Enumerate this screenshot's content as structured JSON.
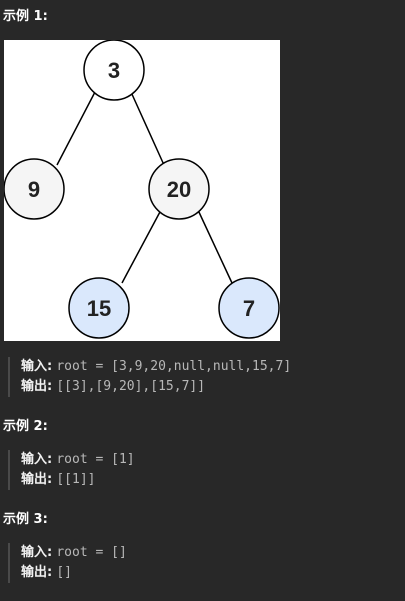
{
  "examples": [
    {
      "heading": "示例 1:",
      "tree": {
        "nodes": [
          {
            "label": "3",
            "fill": "#ffffff"
          },
          {
            "label": "9",
            "fill": "#f5f5f5"
          },
          {
            "label": "20",
            "fill": "#f5f5f5"
          },
          {
            "label": "15",
            "fill": "#dae8fc"
          },
          {
            "label": "7",
            "fill": "#dae8fc"
          }
        ]
      },
      "input_label": "输入:",
      "input_value": "root = [3,9,20,null,null,15,7]",
      "output_label": "输出:",
      "output_value": "[[3],[9,20],[15,7]]"
    },
    {
      "heading": "示例 2:",
      "input_label": "输入:",
      "input_value": "root = [1]",
      "output_label": "输出:",
      "output_value": "[[1]]"
    },
    {
      "heading": "示例 3:",
      "input_label": "输入:",
      "input_value": "root = []",
      "output_label": "输出:",
      "output_value": "[]"
    }
  ],
  "colors": {
    "background": "#282828",
    "node_stroke": "#000000",
    "node_highlight": "#dae8fc"
  }
}
